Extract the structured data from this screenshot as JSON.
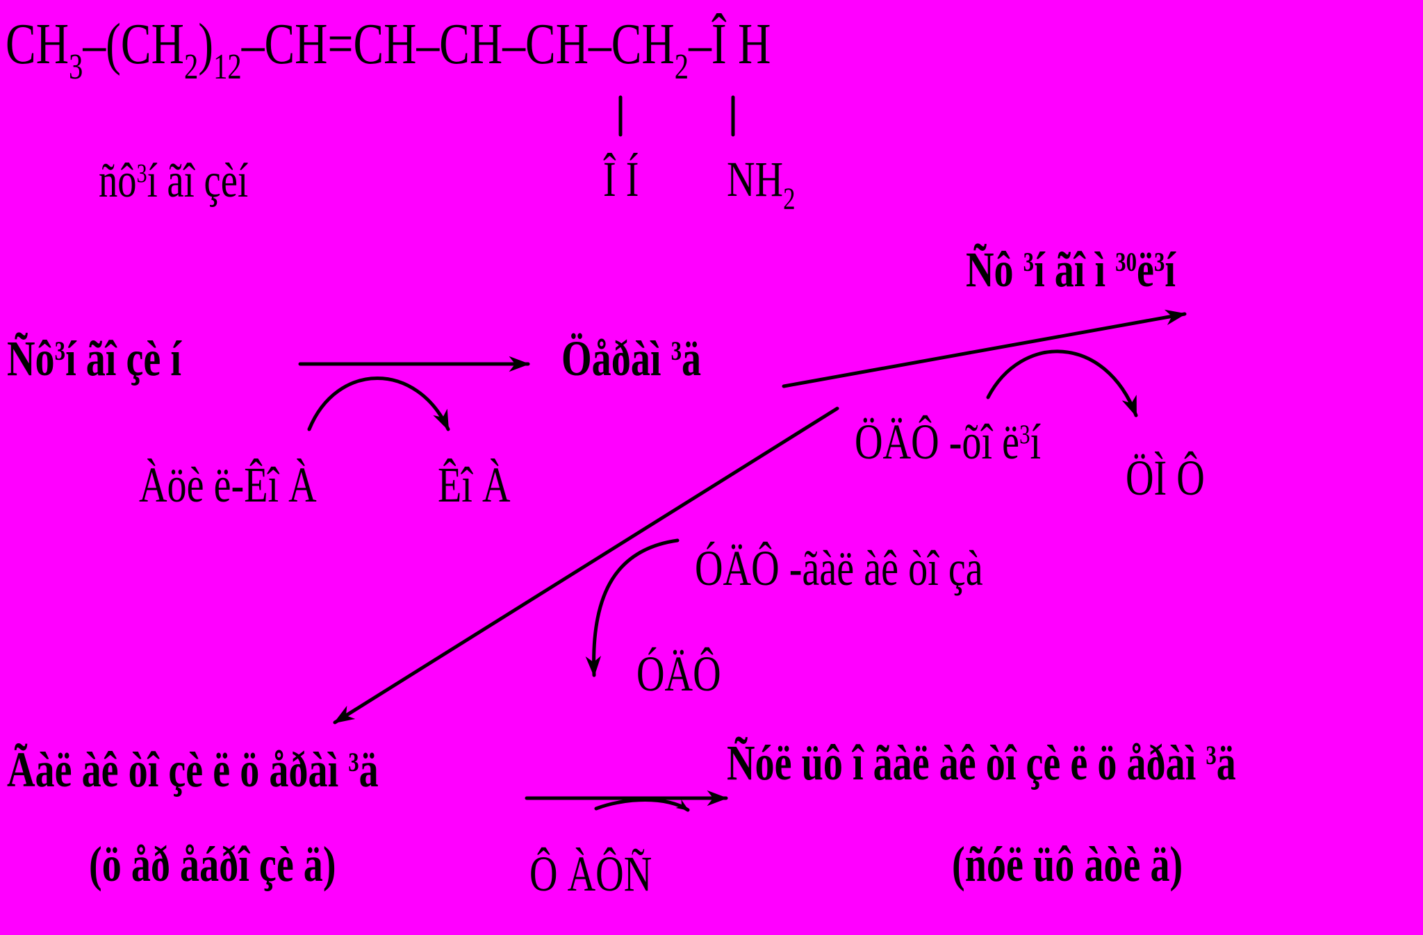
{
  "formula": {
    "ch3": "CH",
    "ch3_sub": "3",
    "dash1": "–",
    "ch2_chain": "(CH",
    "ch2_sub": "2",
    "close_paren": ")",
    "chain_count": "12",
    "rest": "–CH=CH–CH–CH–CH",
    "ch2_end_sub": "2",
    "oh_end": "–Î H",
    "branch_oh": "Î Í",
    "branch_nh2": "NH",
    "branch_nh2_sub": "2",
    "name_prefix": "ñô",
    "name_sup": "3",
    "name_suffix": "í ãî çèí"
  },
  "nodes": {
    "sphingosine": {
      "a": "Ñô",
      "sup": "3",
      "b": "í ãî çè í"
    },
    "ceramide": {
      "a": "Öåðàì ",
      "sup": "3",
      "b": "ä"
    },
    "sphingomyelin": {
      "a": "Ñô ",
      "sup": "3",
      "b": "í ãî ì ",
      "sup2": "30",
      "c": "ë",
      "sup3": "3",
      "d": "í"
    },
    "galactocerebroside": {
      "a": "Ãàë àê òî çè ë ö åðàì ",
      "sup": "3",
      "b": "ä"
    },
    "cerebroside_label": "(ö åð åáðî çè ä)",
    "sulfatide": {
      "a": "Ñóë üô î ãàë àê òî çè ë ö åðàì ",
      "sup": "3",
      "b": "ä"
    },
    "sulfatide_label": "(ñóë üô àòè ä)"
  },
  "cofactors": {
    "acyl_coa": "Àöè ë-Êî À",
    "coa": "Êî À",
    "cdp_choline_a": "ÖÄÔ -õî ë",
    "cdp_choline_sup": "3",
    "cdp_choline_b": "í",
    "cmp": "ÖÌ Ô",
    "udp_galactose": "ÓÄÔ -ãàë àê òî çà",
    "udp": "ÓÄÔ",
    "paps": "Ô ÀÔÑ"
  },
  "colors": {
    "background": "#ff00ff",
    "ink": "#000000"
  }
}
